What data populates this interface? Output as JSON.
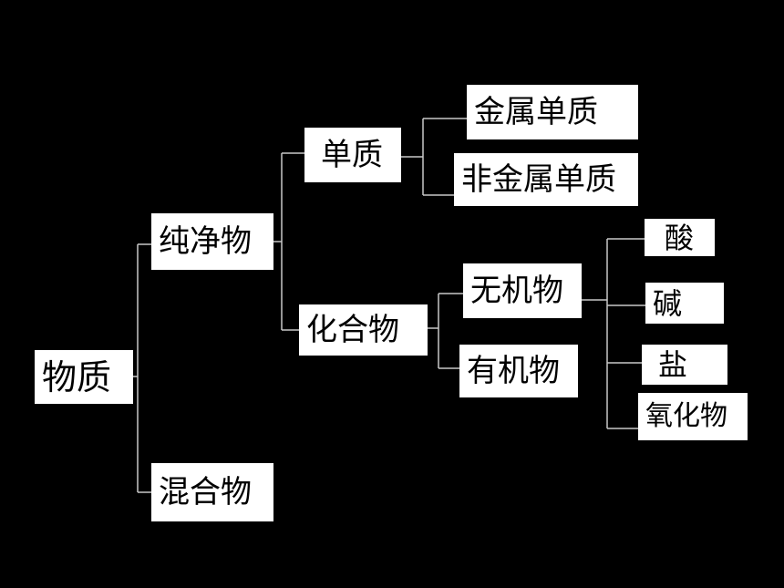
{
  "colors": {
    "background": "#000000",
    "box_fill": "#ffffff",
    "text": "#000000",
    "connector": "#c8c8c8"
  },
  "nodes": {
    "root": "物质",
    "pure": "纯净物",
    "mixture": "混合物",
    "element": "单质",
    "compound": "化合物",
    "metal_element": "金属单质",
    "nonmetal_element": "非金属单质",
    "inorganic": "无机物",
    "organic": "有机物",
    "acid": "酸",
    "base": "碱",
    "salt": "盐",
    "oxide": "氧化物"
  }
}
